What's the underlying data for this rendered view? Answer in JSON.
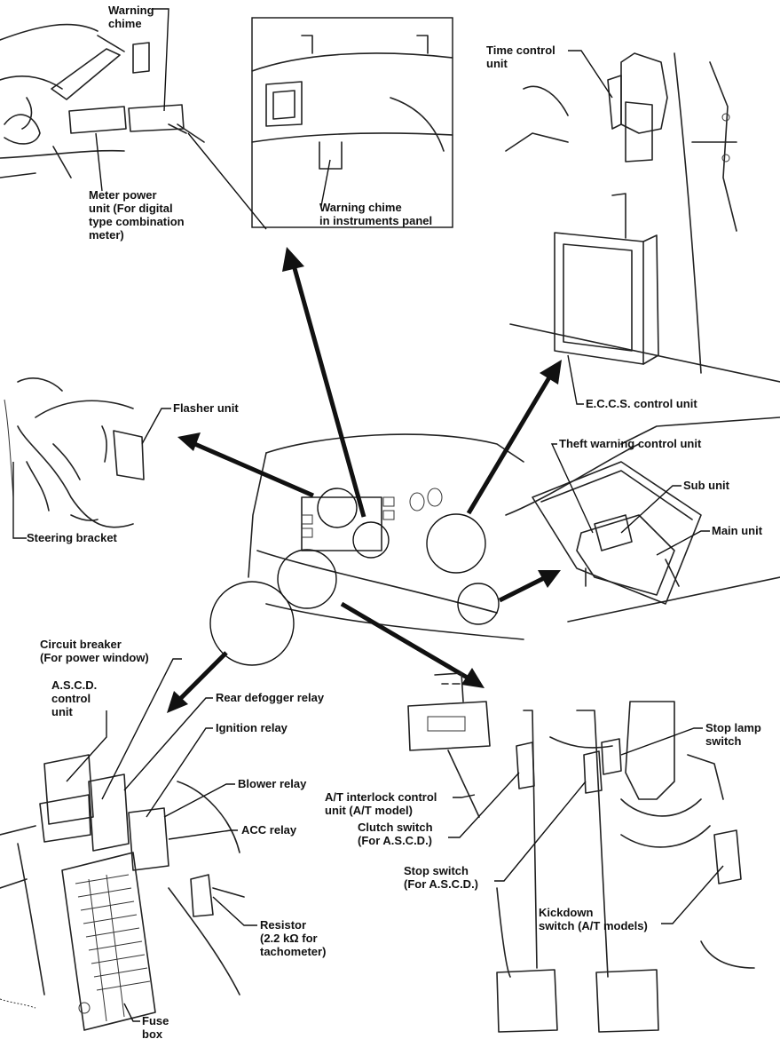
{
  "labels": {
    "warning_chime": "Warning\nchime",
    "meter_power_unit": "Meter power\nunit (For digital\ntype combination\nmeter)",
    "warning_chime_panel": "Warning chime\nin instruments panel",
    "time_control_unit": "Time control\nunit",
    "eccs_control_unit": "E.C.C.S. control unit",
    "flasher_unit": "Flasher unit",
    "steering_bracket": "Steering bracket",
    "theft_warning_control_unit": "Theft warning control unit",
    "sub_unit": "Sub unit",
    "main_unit": "Main unit",
    "circuit_breaker": "Circuit breaker\n(For power window)",
    "ascd_control_unit": "A.S.C.D.\ncontrol\nunit",
    "rear_defogger_relay": "Rear defogger relay",
    "ignition_relay": "Ignition relay",
    "blower_relay": "Blower relay",
    "acc_relay": "ACC relay",
    "resistor": "Resistor\n(2.2 kΩ for\ntachometer)",
    "fuse_box": "Fuse\nbox",
    "stop_lamp_switch": "Stop lamp\nswitch",
    "at_interlock_control_unit": "A/T interlock control\nunit (A/T model)",
    "clutch_switch": "Clutch switch\n(For A.S.C.D.)",
    "stop_switch": "Stop switch\n(For A.S.C.D.)",
    "kickdown_switch": "Kickdown\nswitch (A/T models)"
  }
}
